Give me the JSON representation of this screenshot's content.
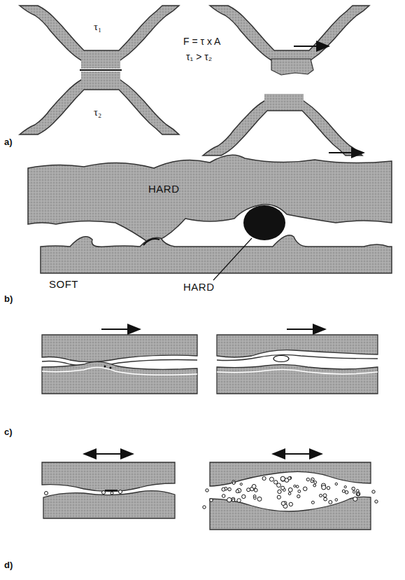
{
  "diagram": {
    "labels": [
      "τ₁",
      "F = τ x A",
      "τ₁ > τ₂",
      "τ₂",
      "a)",
      "HARD",
      "SOFT",
      "HARD",
      "b)",
      "c)",
      "d)"
    ]
  }
}
